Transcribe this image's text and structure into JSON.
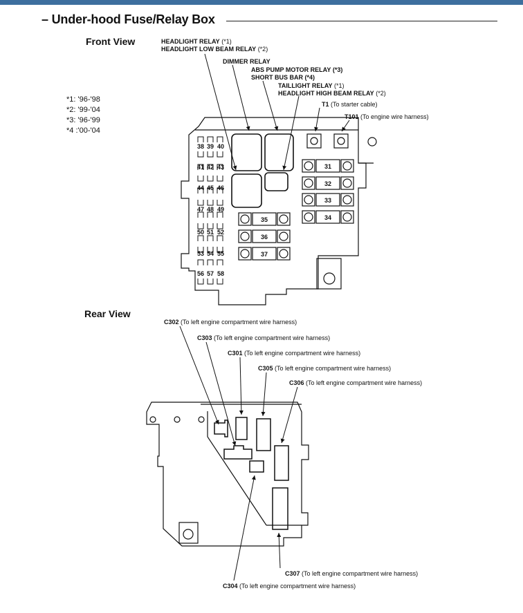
{
  "title_prefix": "–",
  "title": "Under-hood Fuse/Relay Box",
  "front_view": {
    "label": "Front View",
    "notes": [
      "*1: '96-'98",
      "*2: '99-'04",
      "*3: '96-'99",
      "*4 :'00-'04"
    ],
    "callouts": [
      {
        "name": "HEADLIGHT RELAY",
        "note": "(*1)"
      },
      {
        "name": "HEADLIGHT LOW BEAM RELAY",
        "note": "(*2)"
      },
      {
        "name": "DIMMER RELAY",
        "note": ""
      },
      {
        "name": "ABS PUMP MOTOR RELAY",
        "note": "(*3)"
      },
      {
        "name": "SHORT BUS BAR",
        "note": "(*4)"
      },
      {
        "name": "TAILLIGHT RELAY",
        "note": "(*1)"
      },
      {
        "name": "HEADLIGHT HIGH BEAM RELAY",
        "note": "(*2)"
      },
      {
        "name": "T1",
        "note": "(To starter cable)"
      },
      {
        "name": "T101",
        "note": "(To engine wire harness)"
      }
    ],
    "small_fuses": [
      [
        "38",
        "39",
        "40"
      ],
      [
        "41",
        "42",
        "43"
      ],
      [
        "44",
        "45",
        "46"
      ],
      [
        "47",
        "48",
        "49"
      ],
      [
        "50",
        "51",
        "52"
      ],
      [
        "53",
        "54",
        "55"
      ],
      [
        "56",
        "57",
        "58"
      ]
    ],
    "large_fuses_right": [
      "31",
      "32",
      "33",
      "34"
    ],
    "large_fuses_center": [
      "35",
      "36",
      "37"
    ]
  },
  "rear_view": {
    "label": "Rear View",
    "callouts": [
      {
        "name": "C302",
        "note": "(To left engine compartment wire harness)"
      },
      {
        "name": "C303",
        "note": "(To left engine compartment wire harness)"
      },
      {
        "name": "C301",
        "note": "(To left engine compartment wire harness)"
      },
      {
        "name": "C305",
        "note": "(To left engine compartment wire harness)"
      },
      {
        "name": "C306",
        "note": "(To left engine compartment wire harness)"
      },
      {
        "name": "C307",
        "note": "(To left engine compartment wire harness)"
      },
      {
        "name": "C304",
        "note": "(To left engine compartment wire harness)"
      }
    ]
  }
}
